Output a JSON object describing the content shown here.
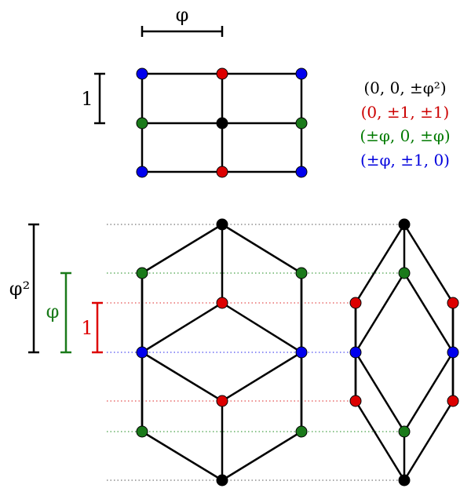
{
  "labels": {
    "top_width": "φ",
    "top_height": "1",
    "scale_phi2": "φ²",
    "scale_phi": "φ",
    "scale_one": "1"
  },
  "legend": [
    {
      "text": "(0, 0, ±φ²)",
      "color": "#000000"
    },
    {
      "text": "(0, ±1, ±1)",
      "color": "#cc0000"
    },
    {
      "text": "(±φ, 0, ±φ)",
      "color": "#007a00"
    },
    {
      "text": "(±φ, ±1, 0)",
      "color": "#0000dd"
    }
  ],
  "colors": {
    "black": "#000000",
    "red": "#dd0000",
    "green": "#1a7a1a",
    "blue": "#0000ee"
  }
}
